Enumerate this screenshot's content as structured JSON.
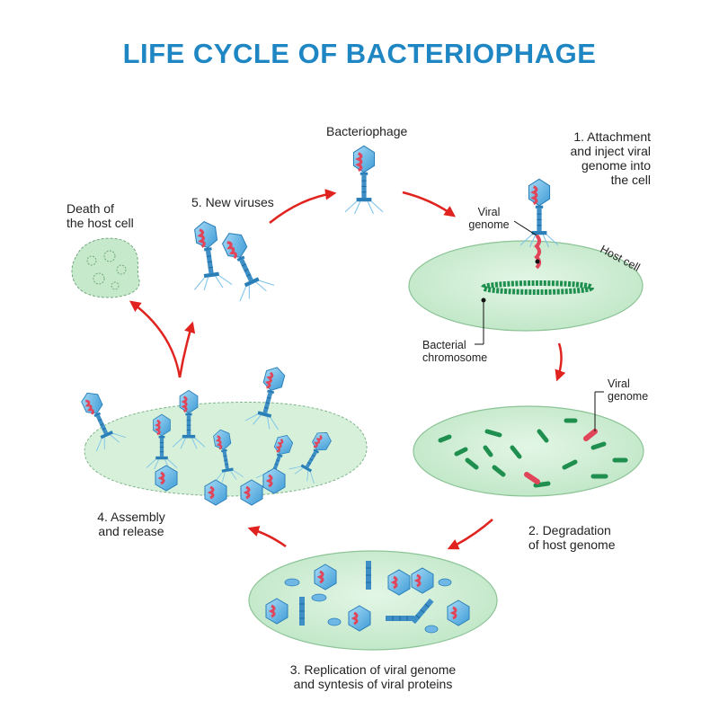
{
  "title": "LIFE CYCLE OF BACTERIOPHAGE",
  "labels": {
    "bacteriophage": "Bacteriophage",
    "step1": "1. Attachment\nand inject viral\ngenome into\nthe cell",
    "viral_genome_1": "Viral\ngenome",
    "host_cell": "Host cell",
    "bacterial_chromosome": "Bacterial\nchromosome",
    "viral_genome_2": "Viral\ngenome",
    "step2": "2. Degradation\nof host genome",
    "step3": "3. Replication of viral genome\nand syntesis of viral proteins",
    "step4": "4. Assembly\nand release",
    "step5": "5. New viruses",
    "death": "Death of\nthe host cell"
  },
  "colors": {
    "title": "#1f86c4",
    "cell_fill": "#cfeed4",
    "cell_stroke": "#7fb58a",
    "chromosome": "#1e8f4e",
    "phage_head": "#5bb3e6",
    "phage_tail": "#2a7fb8",
    "viral_dna": "#e0455a",
    "arrow": "#e0231f"
  }
}
